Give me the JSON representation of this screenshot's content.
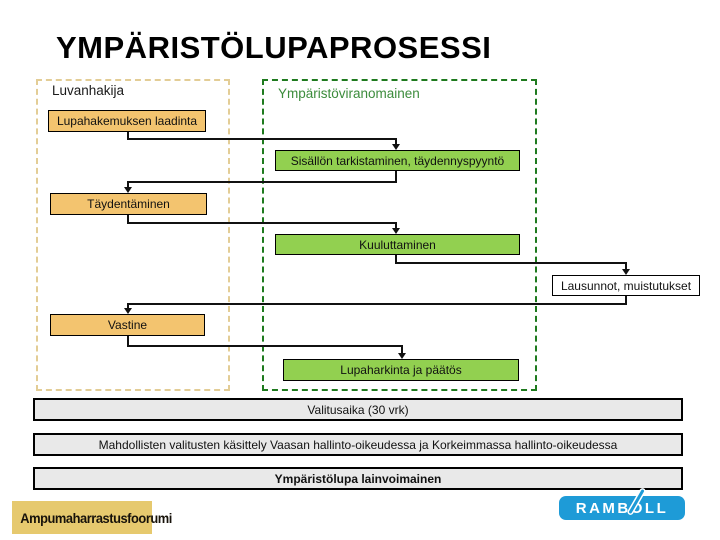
{
  "slide": {
    "title": "YMPÄRISTÖLUPAPROSESSI"
  },
  "lanes": [
    {
      "id": "applicant",
      "label": "Luvanhakija"
    },
    {
      "id": "authority",
      "label": "Ympäristöviranomainen"
    }
  ],
  "nodes": [
    {
      "id": "laadinta",
      "label": "Lupahakemuksen laadinta",
      "lane": "applicant"
    },
    {
      "id": "tarkistaminen",
      "label": "Sisällön tarkistaminen, täydennyspyyntö",
      "lane": "authority"
    },
    {
      "id": "taydentaminen",
      "label": "Täydentäminen",
      "lane": "applicant"
    },
    {
      "id": "kuuluttaminen",
      "label": "Kuuluttaminen",
      "lane": "authority"
    },
    {
      "id": "lausunnot",
      "label": "Lausunnot, muistutukset",
      "lane": "external"
    },
    {
      "id": "vastine",
      "label": "Vastine",
      "lane": "applicant"
    },
    {
      "id": "lupaharkinta",
      "label": "Lupaharkinta ja päätös",
      "lane": "authority"
    }
  ],
  "edges": [
    {
      "from": "laadinta",
      "to": "tarkistaminen"
    },
    {
      "from": "tarkistaminen",
      "to": "taydentaminen"
    },
    {
      "from": "taydentaminen",
      "to": "kuuluttaminen"
    },
    {
      "from": "kuuluttaminen",
      "to": "lausunnot"
    },
    {
      "from": "lausunnot",
      "to": "vastine"
    },
    {
      "from": "vastine",
      "to": "lupaharkinta"
    }
  ],
  "bars": [
    {
      "label": "Valitusaika (30 vrk)"
    },
    {
      "label": "Mahdollisten valitusten käsittely Vaasan hallinto-oikeudessa ja Korkeimmassa hallinto-oikeudessa"
    },
    {
      "label": "Ympäristölupa lainvoimainen"
    }
  ],
  "logos": {
    "ampumaharrastusfoorumi": {
      "label": "Ampumaharrastusfoorumi"
    },
    "ramboll": {
      "parts": [
        "RAMB",
        "O",
        "LL"
      ]
    }
  },
  "colors": {
    "applicant-fill": "#F3C46F",
    "authority-fill": "#92D050",
    "applicant-lane-border": "#E3CD96",
    "authority-lane-border": "#1E7A1E",
    "authority-label": "#3C8C3C",
    "bar-fill": "#E9E9E9",
    "ampuma-gold": "#E6C96E",
    "ramboll-blue": "#1E9BD7",
    "connector": "#111111"
  }
}
